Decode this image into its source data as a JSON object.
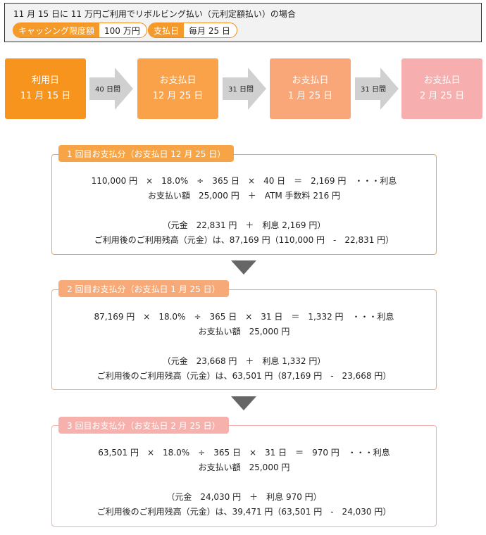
{
  "header": {
    "title": "11 月 15 日に 11 万円ご利用でリボルビング払い（元利定額払い）の場合",
    "cashing_label": "キャッシング限度額",
    "cashing_value": "100 万円",
    "payday_label": "支払日",
    "payday_value": "毎月 25 日"
  },
  "timeline": {
    "dates": [
      {
        "label": "利用日",
        "date": "11 月 15 日",
        "color": "#f7941d"
      },
      {
        "label": "お支払日",
        "date": "12 月 25 日",
        "color": "#f9a24a"
      },
      {
        "label": "お支払日",
        "date": "1 月 25 日",
        "color": "#f9a679"
      },
      {
        "label": "お支払日",
        "date": "2 月 25 日",
        "color": "#f7aeae"
      }
    ],
    "intervals": [
      "40 日間",
      "31 日間",
      "31 日間"
    ],
    "arrow_color": "#d0d0d0"
  },
  "payments": [
    {
      "title": "1 回目お支払分（お支払日 12 月 25 日）",
      "color": "#f6a445",
      "interest_line": "110,000 円　×　18.0%　÷　365 日　×　40 日　＝　2,169 円　・・・利息",
      "amount_line": "お支払い額　25,000 円　＋　ATM 手数料 216 円",
      "breakdown_line": "（元金　22,831 円　＋　利息 2,169 円）",
      "balance_line": "ご利用後のご利用残高（元金）は、87,169 円（110,000 円　-　22,831 円）"
    },
    {
      "title": "2 回目お支払分（お支払日 1 月 25 日）",
      "color": "#f7aa77",
      "interest_line": "87,169 円　×　18.0%　÷　365 日　×　31 日　＝　1,332 円　・・・利息",
      "amount_line": "お支払い額　25,000 円",
      "breakdown_line": "（元金　23,668 円　＋　利息 1,332 円）",
      "balance_line": "ご利用後のご利用残高（元金）は、63,501 円（87,169 円　-　23,668 円）"
    },
    {
      "title": "3 回目お支払分（お支払日 2 月 25 日）",
      "color": "#f6b1ad",
      "interest_line": "63,501 円　×　18.0%　÷　365 日　×　31 日　＝　970 円　・・・利息",
      "amount_line": "お支払い額　25,000 円",
      "breakdown_line": "（元金　24,030 円　＋　利息 970 円）",
      "balance_line": "ご利用後のご利用残高（元金）は、39,471 円（63,501 円　-　24,030 円）"
    }
  ],
  "down_arrow_color": "#666666"
}
